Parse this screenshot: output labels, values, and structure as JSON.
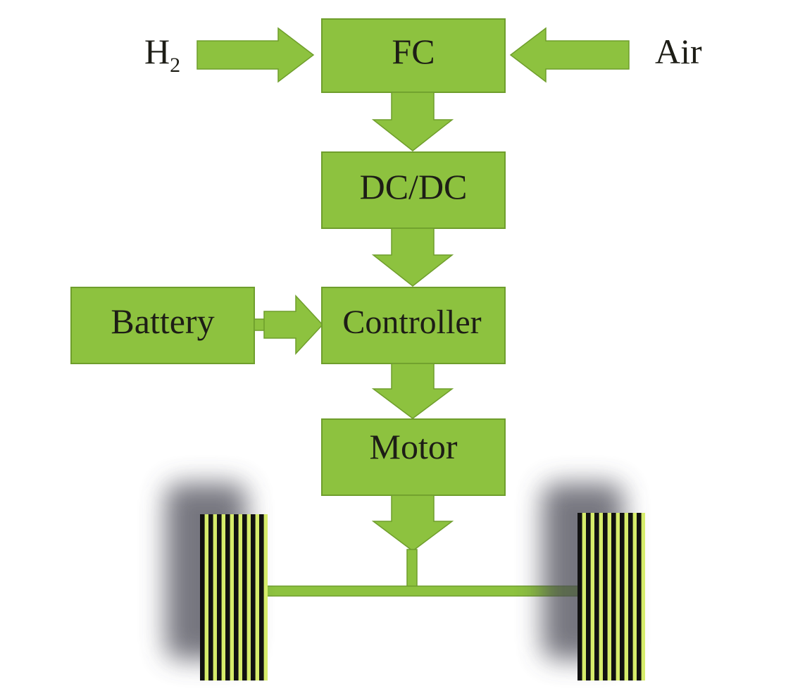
{
  "diagram": {
    "inputs": {
      "left": {
        "base": "H",
        "subscript": "2"
      },
      "right": {
        "label": "Air"
      }
    },
    "blocks": {
      "fuel_cell": "FC",
      "converter": "DC/DC",
      "battery": "Battery",
      "controller": "Controller",
      "motor": "Motor"
    },
    "colors": {
      "block_fill": "#8dc23f",
      "block_border": "#6f9e2c",
      "arrow_fill": "#8dc23f",
      "text": "#1d1d16",
      "tire_tread": "#111111",
      "tire_highlight": "#d6ec6b",
      "tire_shadow": "#4a4a55"
    }
  }
}
